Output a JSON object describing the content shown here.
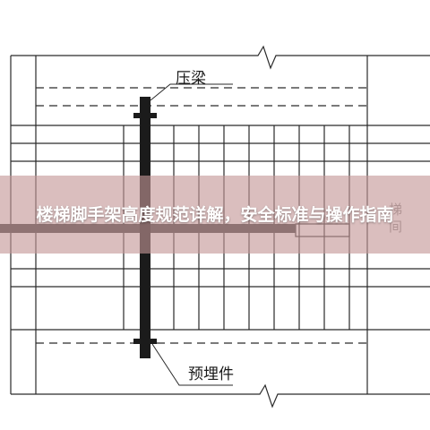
{
  "diagram": {
    "label_top": "压梁",
    "label_bottom": "预埋件",
    "label_side": "梯间"
  },
  "overlay": {
    "title": "楼梯脚手架高度规范详解，安全标准与操作指南"
  },
  "colors": {
    "line": "#2a2a2a",
    "pole": "#1b1b1b",
    "overlay": "#c49696",
    "text": "#ffffff"
  }
}
